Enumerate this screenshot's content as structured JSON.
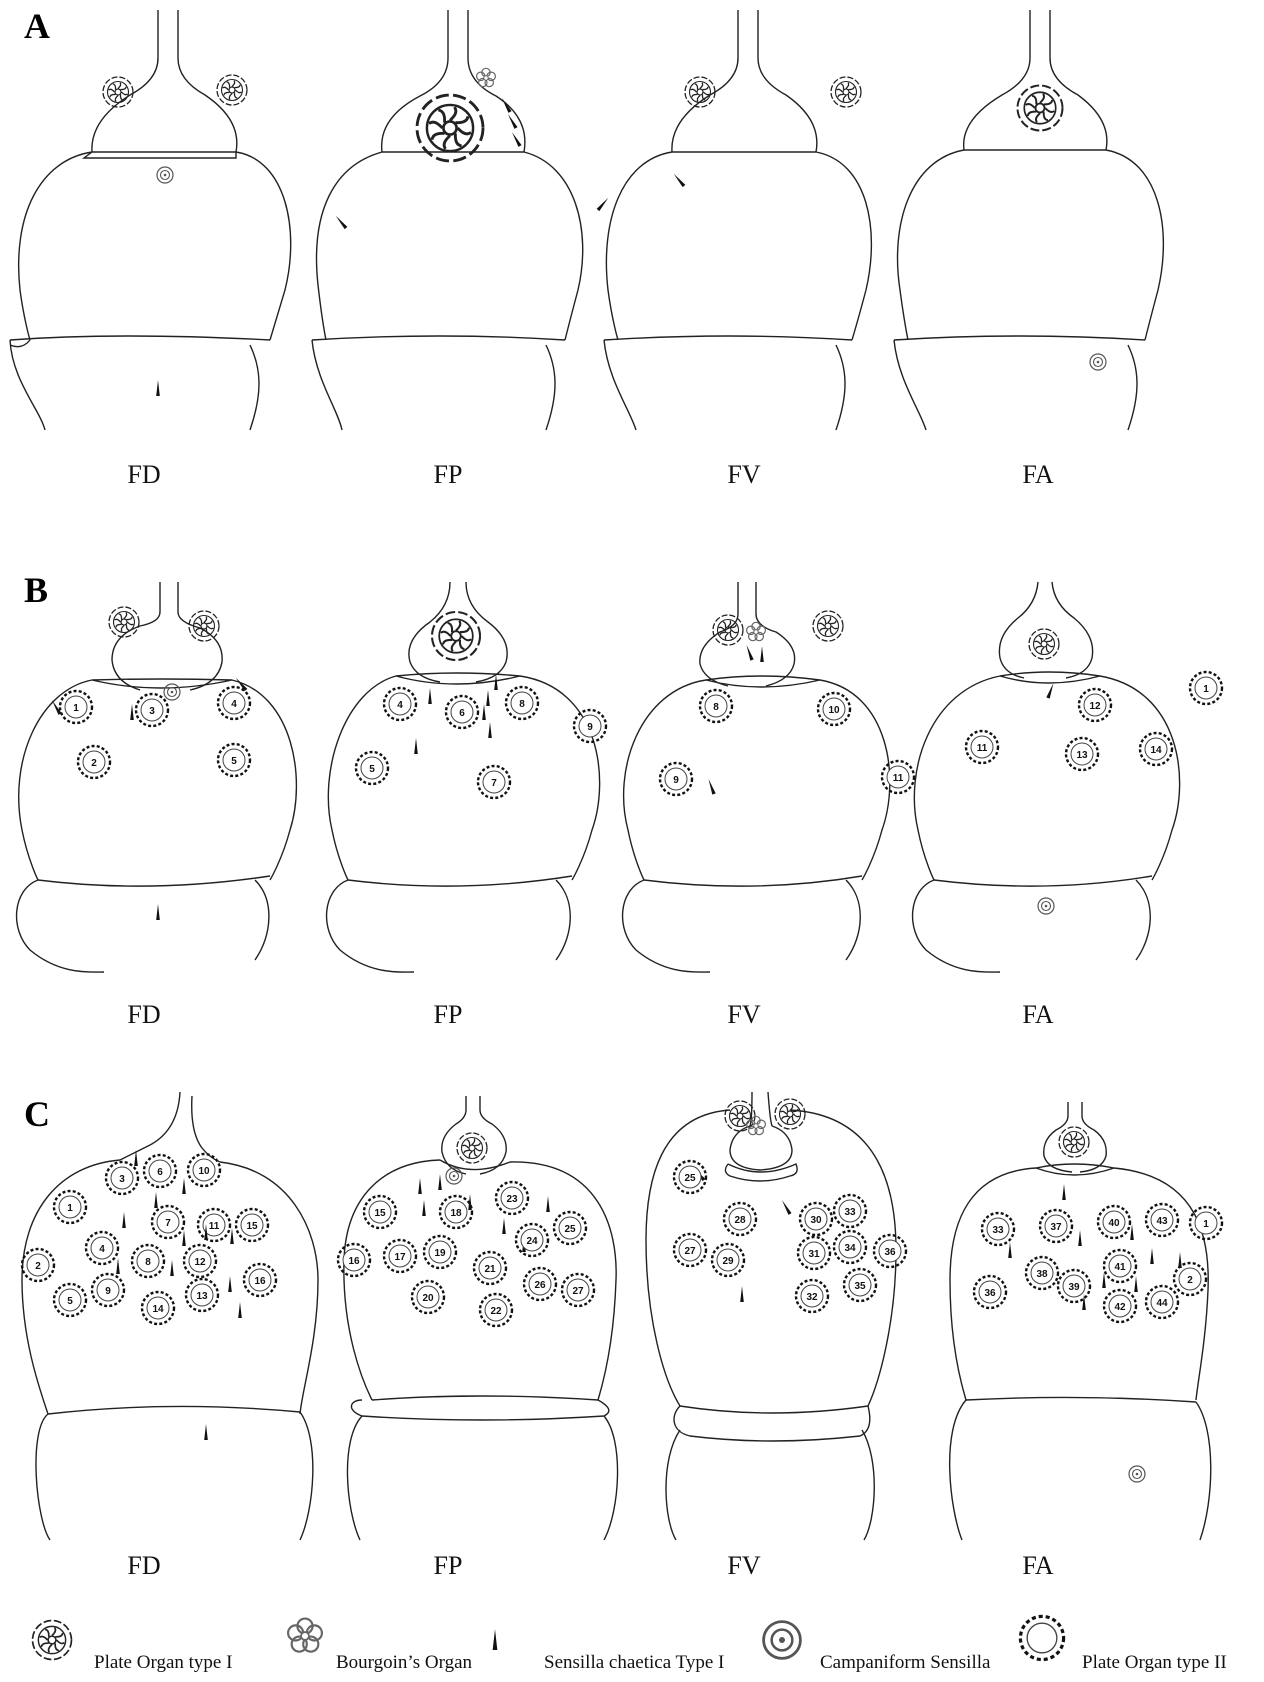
{
  "rows": [
    {
      "letter": "A",
      "views": [
        "FD",
        "FP",
        "FV",
        "FA"
      ]
    },
    {
      "letter": "B",
      "views": [
        "FD",
        "FP",
        "FV",
        "FA"
      ]
    },
    {
      "letter": "C",
      "views": [
        "FD",
        "FP",
        "FV",
        "FA"
      ]
    }
  ],
  "plate_organ_II_numbers": {
    "B": {
      "FD": [
        "1",
        "2",
        "3",
        "4",
        "5"
      ],
      "FP": [
        "4",
        "5",
        "6",
        "7",
        "8",
        "9"
      ],
      "FV": [
        "8",
        "9",
        "10",
        "11"
      ],
      "FA": [
        "1",
        "11",
        "12",
        "13",
        "14"
      ]
    },
    "C": {
      "FD": [
        "1",
        "2",
        "3",
        "4",
        "5",
        "6",
        "7",
        "8",
        "9",
        "10",
        "11",
        "12",
        "13",
        "14",
        "15",
        "16"
      ],
      "FP": [
        "15",
        "16",
        "17",
        "18",
        "19",
        "20",
        "21",
        "22",
        "23",
        "24",
        "25",
        "26",
        "27"
      ],
      "FV": [
        "25",
        "27",
        "28",
        "29",
        "30",
        "31",
        "32",
        "33",
        "34",
        "35",
        "36"
      ],
      "FA": [
        "1",
        "2",
        "33",
        "36",
        "37",
        "38",
        "39",
        "40",
        "41",
        "42",
        "43",
        "44"
      ]
    }
  },
  "legend": [
    {
      "icon": "plate-organ-type-i-icon",
      "label": "Plate Organ type I"
    },
    {
      "icon": "bourgoins-organ-icon",
      "label": "Bourgoin’s Organ"
    },
    {
      "icon": "sensilla-chaetica-icon",
      "label": "Sensilla chaetica Type I"
    },
    {
      "icon": "campaniform-sensilla-icon",
      "label": "Campaniform Sensilla"
    },
    {
      "icon": "plate-organ-type-ii-icon",
      "label": "Plate Organ type II"
    }
  ]
}
